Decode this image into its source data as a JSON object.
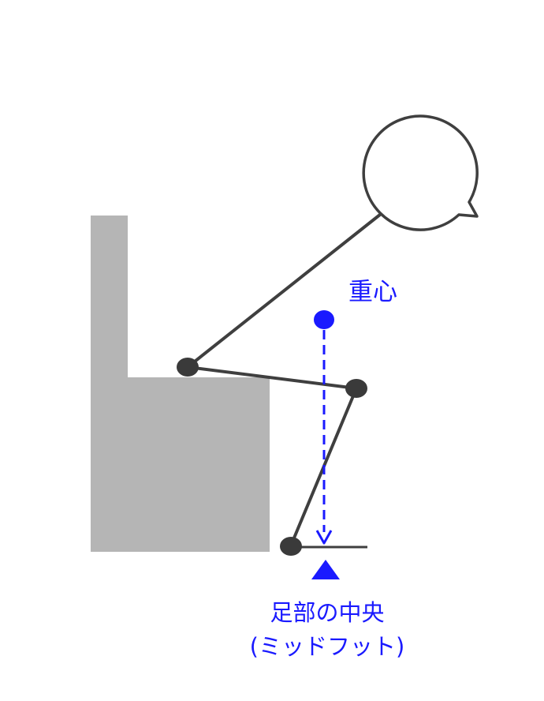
{
  "labels": {
    "center_of_gravity": "重心",
    "foot_center_line1": "足部の中央",
    "foot_center_line2": "(ミッドフット)"
  },
  "colors": {
    "background": "#ffffff",
    "chair": "#b5b5b5",
    "figure_line": "#3f3f3f",
    "joint": "#3a3a3a",
    "accent_blue": "#1a1aff"
  }
}
